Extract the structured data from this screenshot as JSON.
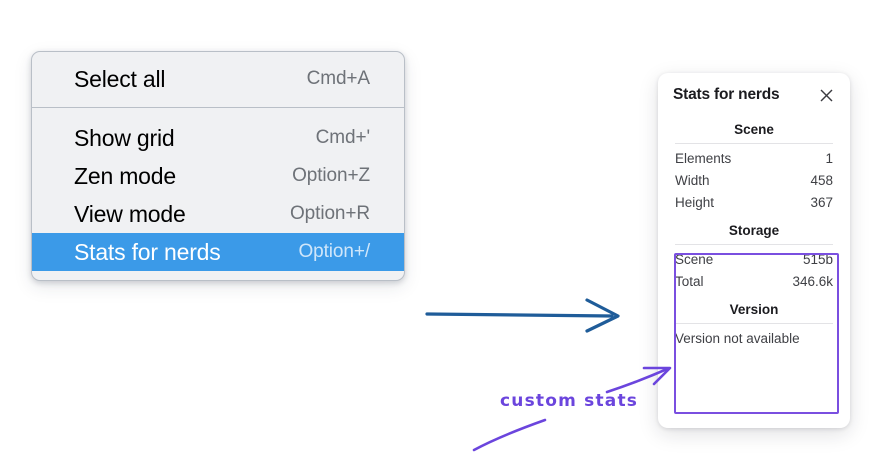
{
  "context_menu": {
    "groups": [
      {
        "items": [
          {
            "label": "Select all",
            "shortcut": "Cmd+A",
            "selected": false
          }
        ]
      },
      {
        "items": [
          {
            "label": "Show grid",
            "shortcut": "Cmd+'",
            "selected": false
          },
          {
            "label": "Zen mode",
            "shortcut": "Option+Z",
            "selected": false
          },
          {
            "label": "View mode",
            "shortcut": "Option+R",
            "selected": false
          },
          {
            "label": "Stats for nerds",
            "shortcut": "Option+/",
            "selected": true
          }
        ]
      }
    ],
    "highlight_color": "#3b9ae8"
  },
  "stats_panel": {
    "title": "Stats for nerds",
    "close_icon": "close-icon",
    "sections": [
      {
        "heading": "Scene",
        "rows": [
          {
            "label": "Elements",
            "value": "1"
          },
          {
            "label": "Width",
            "value": "458"
          },
          {
            "label": "Height",
            "value": "367"
          }
        ]
      },
      {
        "heading": "Storage",
        "rows": [
          {
            "label": "Scene",
            "value": "515b"
          },
          {
            "label": "Total",
            "value": "346.6k"
          }
        ]
      },
      {
        "heading": "Version",
        "note": "Version not available"
      }
    ]
  },
  "annotations": {
    "custom_stats_label": "custom stats",
    "purple_color": "#6b45dd",
    "blue_arrow_color": "#1f5c99"
  }
}
